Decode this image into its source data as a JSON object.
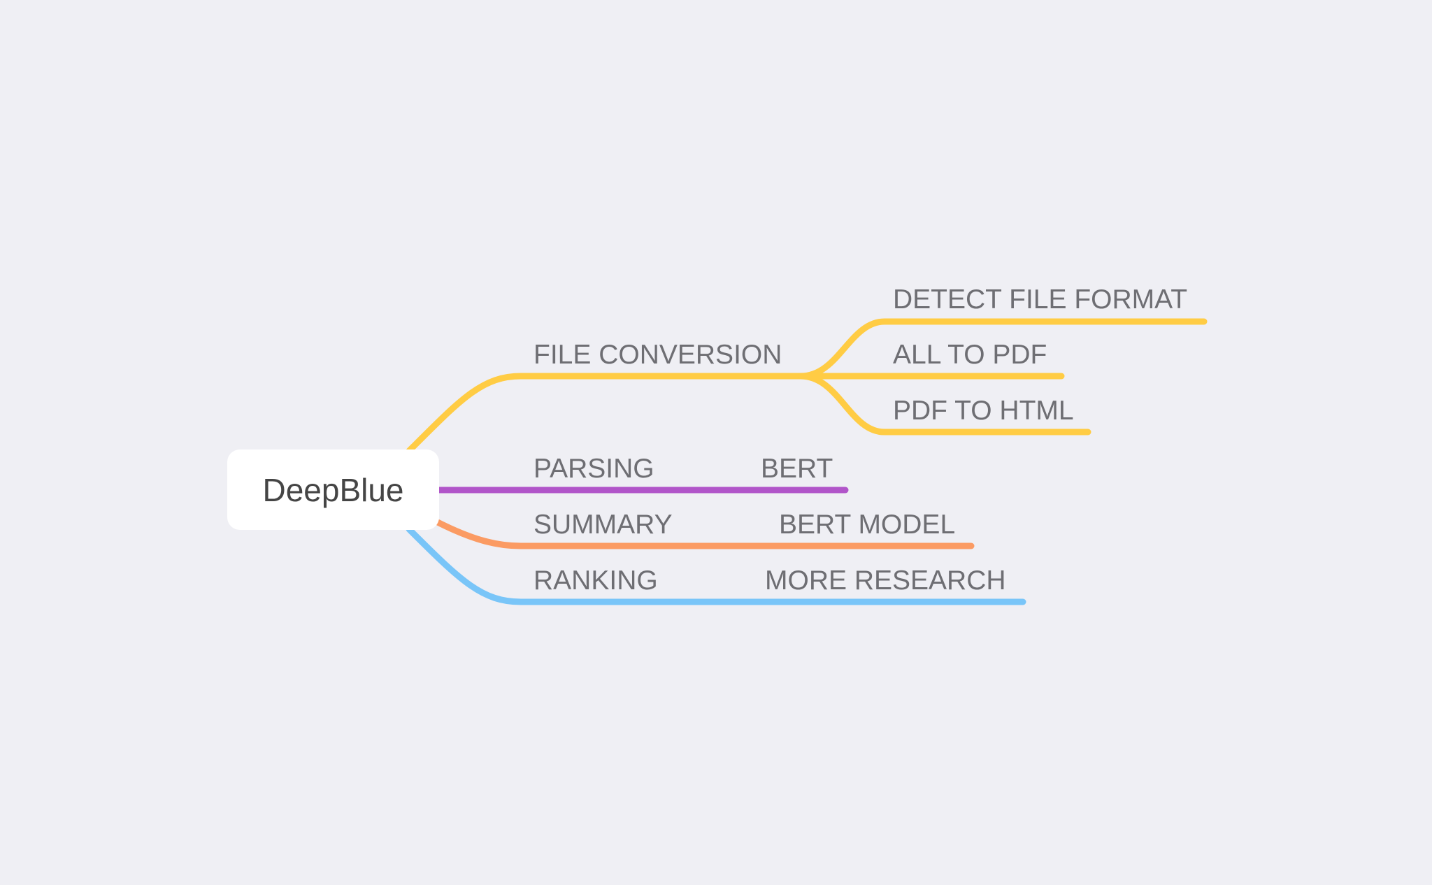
{
  "root": {
    "label": "DeepBlue"
  },
  "branches": [
    {
      "label": "FILE CONVERSION",
      "color": "#ffcc44",
      "children": [
        {
          "label": "DETECT FILE FORMAT"
        },
        {
          "label": "ALL TO PDF"
        },
        {
          "label": "PDF TO HTML"
        }
      ]
    },
    {
      "label": "PARSING",
      "color": "#b155c9",
      "children": [
        {
          "label": "BERT"
        }
      ]
    },
    {
      "label": "SUMMARY",
      "color": "#fb9b63",
      "children": [
        {
          "label": "BERT MODEL"
        }
      ]
    },
    {
      "label": "RANKING",
      "color": "#79c5f8",
      "children": [
        {
          "label": "MORE RESEARCH"
        }
      ]
    }
  ]
}
